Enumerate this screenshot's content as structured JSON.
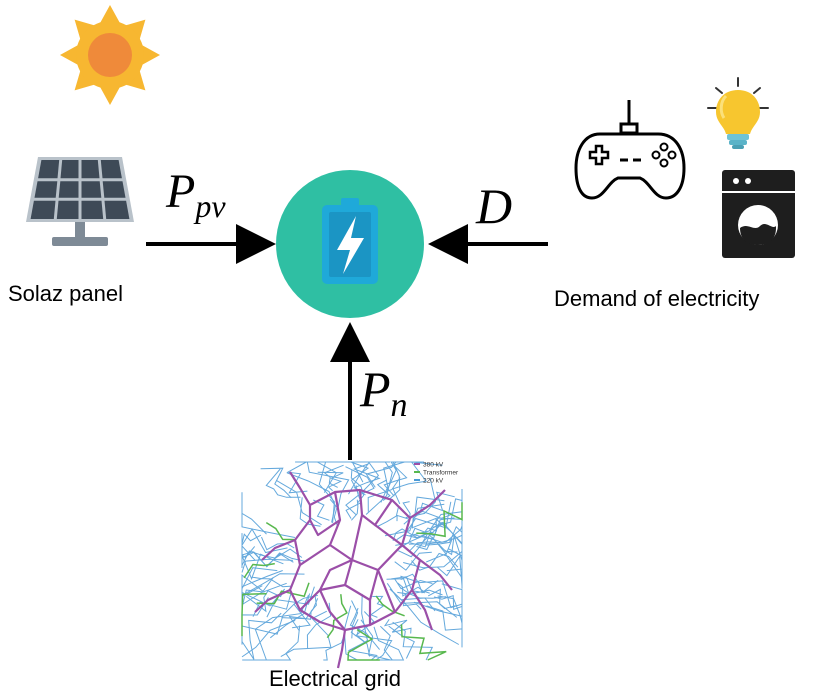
{
  "nodes": {
    "solar_panel": {
      "label": "Solaz panel"
    },
    "demand": {
      "label": "Demand of electricity"
    },
    "grid": {
      "label": "Electrical grid"
    }
  },
  "flows": {
    "pv": {
      "base": "P",
      "sub": "pv"
    },
    "demand": {
      "base": "D"
    },
    "grid": {
      "base": "P",
      "sub": "n"
    }
  },
  "grid_legend": [
    "380 kV",
    "Transformer",
    "220 kV"
  ],
  "colors": {
    "sun_outer": "#F7B731",
    "sun_inner": "#EF8A3A",
    "battery_circle": "#2FBFA3",
    "battery_body": "#1FA9D9",
    "panel_cell": "#3E4A57",
    "panel_frame": "#B9C2CA",
    "grid_380": "#9B4FA8",
    "grid_220": "#4A9AD6",
    "grid_transformer": "#58B84E"
  },
  "icons": [
    "sun-icon",
    "solar-panel-icon",
    "battery-charging-icon",
    "gamepad-icon",
    "lightbulb-icon",
    "washing-machine-icon",
    "grid-network-icon"
  ]
}
